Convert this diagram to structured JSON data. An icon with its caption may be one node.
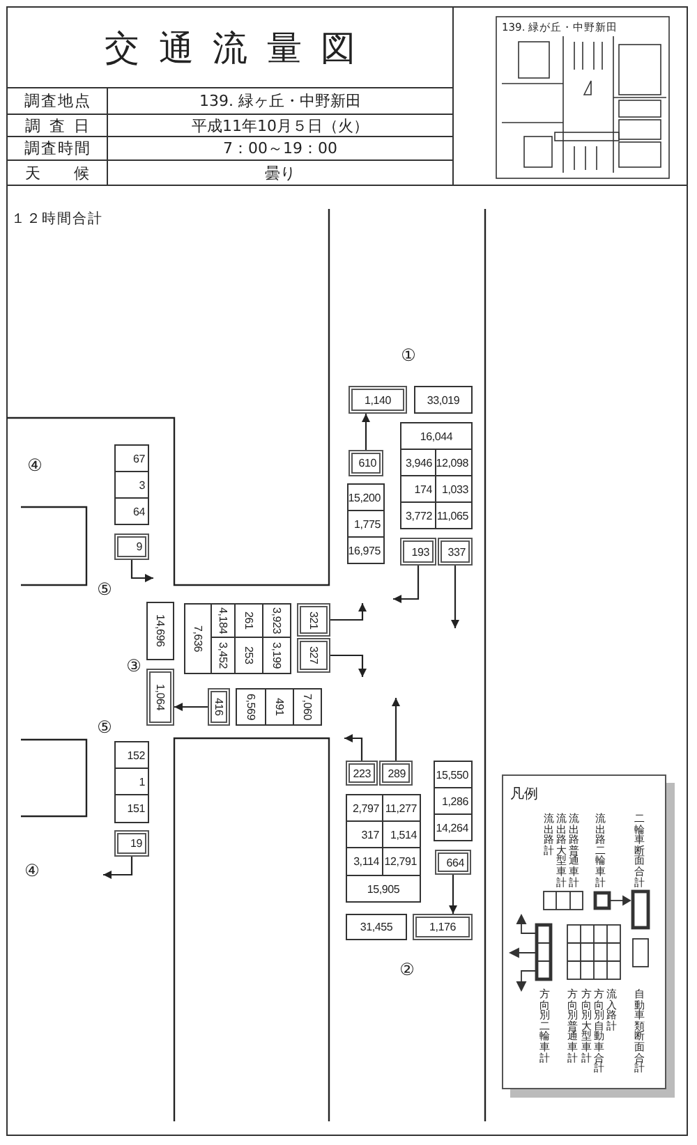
{
  "diagram": {
    "title": "交通流量図",
    "nodes": [
      {
        "text": [
          "1,140"
        ]
      },
      {
        "text": [
          "33,019"
        ]
      },
      {
        "text": [
          "16,044"
        ]
      },
      {
        "text": [
          "3,946"
        ]
      },
      {
        "text": [
          "12,098"
        ]
      },
      {
        "text": [
          "174"
        ]
      },
      {
        "text": [
          "1,033"
        ]
      },
      {
        "text": [
          "3,772"
        ]
      },
      {
        "text": [
          "11,065"
        ]
      },
      {
        "text": [
          "193"
        ]
      },
      {
        "text": [
          "337"
        ]
      },
      {
        "text": [
          "610"
        ]
      },
      {
        "text": [
          "15,200"
        ]
      },
      {
        "text": [
          "1,775"
        ]
      },
      {
        "text": [
          "16,975"
        ]
      },
      {
        "text": [
          "67"
        ]
      },
      {
        "text": [
          "3"
        ]
      },
      {
        "text": [
          "64"
        ]
      },
      {
        "text": [
          "9"
        ]
      },
      {
        "text": [
          "14,696"
        ]
      },
      {
        "text": [
          "7,636"
        ]
      },
      {
        "text": [
          "4,184"
        ]
      },
      {
        "text": [
          "3,452"
        ]
      },
      {
        "text": [
          "261"
        ]
      },
      {
        "text": [
          "253"
        ]
      },
      {
        "text": [
          "3,923"
        ]
      },
      {
        "text": [
          "3,199"
        ]
      },
      {
        "text": [
          "321"
        ]
      },
      {
        "text": [
          "327"
        ]
      },
      {
        "text": [
          "1,064"
        ]
      },
      {
        "text": [
          "416"
        ]
      },
      {
        "text": [
          "6,569"
        ]
      },
      {
        "text": [
          "491"
        ]
      },
      {
        "text": [
          "7,060"
        ]
      },
      {
        "text": [
          "152"
        ]
      },
      {
        "text": [
          "1"
        ]
      },
      {
        "text": [
          "151"
        ]
      },
      {
        "text": [
          "19"
        ]
      },
      {
        "text": [
          "223"
        ]
      },
      {
        "text": [
          "289"
        ]
      },
      {
        "text": [
          "2,797"
        ]
      },
      {
        "text": [
          "11,277"
        ]
      },
      {
        "text": [
          "317"
        ]
      },
      {
        "text": [
          "1,514"
        ]
      },
      {
        "text": [
          "3,114"
        ]
      },
      {
        "text": [
          "12,791"
        ]
      },
      {
        "text": [
          "15,905"
        ]
      },
      {
        "text": [
          "15,550"
        ]
      },
      {
        "text": [
          "1,286"
        ]
      },
      {
        "text": [
          "14,264"
        ]
      },
      {
        "text": [
          "664"
        ]
      },
      {
        "text": [
          "31,455"
        ]
      },
      {
        "text": [
          "1,176"
        ]
      }
    ],
    "edges": [
      {
        "from": 11,
        "to": 0,
        "arrow": "to"
      },
      {
        "from": 9,
        "to": null,
        "arrow": "to"
      },
      {
        "from": 10,
        "to": null,
        "arrow": "to"
      },
      {
        "from": 18,
        "to": null,
        "arrow": "to"
      },
      {
        "from": 27,
        "to": null,
        "arrow": "to"
      },
      {
        "from": 28,
        "to": null,
        "arrow": "to"
      },
      {
        "from": 30,
        "to": 29,
        "arrow": "to"
      },
      {
        "from": 38,
        "to": null,
        "arrow": "to"
      },
      {
        "from": 39,
        "to": null,
        "arrow": "to"
      },
      {
        "from": 50,
        "to": 52,
        "arrow": "to"
      },
      {
        "from": 37,
        "to": null,
        "arrow": "to"
      }
    ],
    "labels": [
      "調査地点",
      "139. 緑ヶ丘・中野新田",
      "調査日",
      "平成11年10月５日（火）",
      "調査時間",
      "7：00～19：00",
      "天候",
      "曇り",
      "139. 緑が丘・中野新田",
      "１２時間合計",
      "①",
      "④",
      "⑤",
      "③",
      "⑤",
      "凡例",
      "④",
      "②"
    ],
    "legend": [
      {
        "text": "流出路計"
      },
      {
        "text": "流出路大型車計"
      },
      {
        "text": "流出路普通車計"
      },
      {
        "text": "流出路二輪車計"
      },
      {
        "text": "二輪車断面合計"
      },
      {
        "text": "方向別二輪車計"
      },
      {
        "text": "方向別普通車計"
      },
      {
        "text": "方向別大型車計"
      },
      {
        "text": "方向別自動車合計"
      },
      {
        "text": "流入路計"
      },
      {
        "text": "自動車類断面合計"
      }
    ]
  }
}
